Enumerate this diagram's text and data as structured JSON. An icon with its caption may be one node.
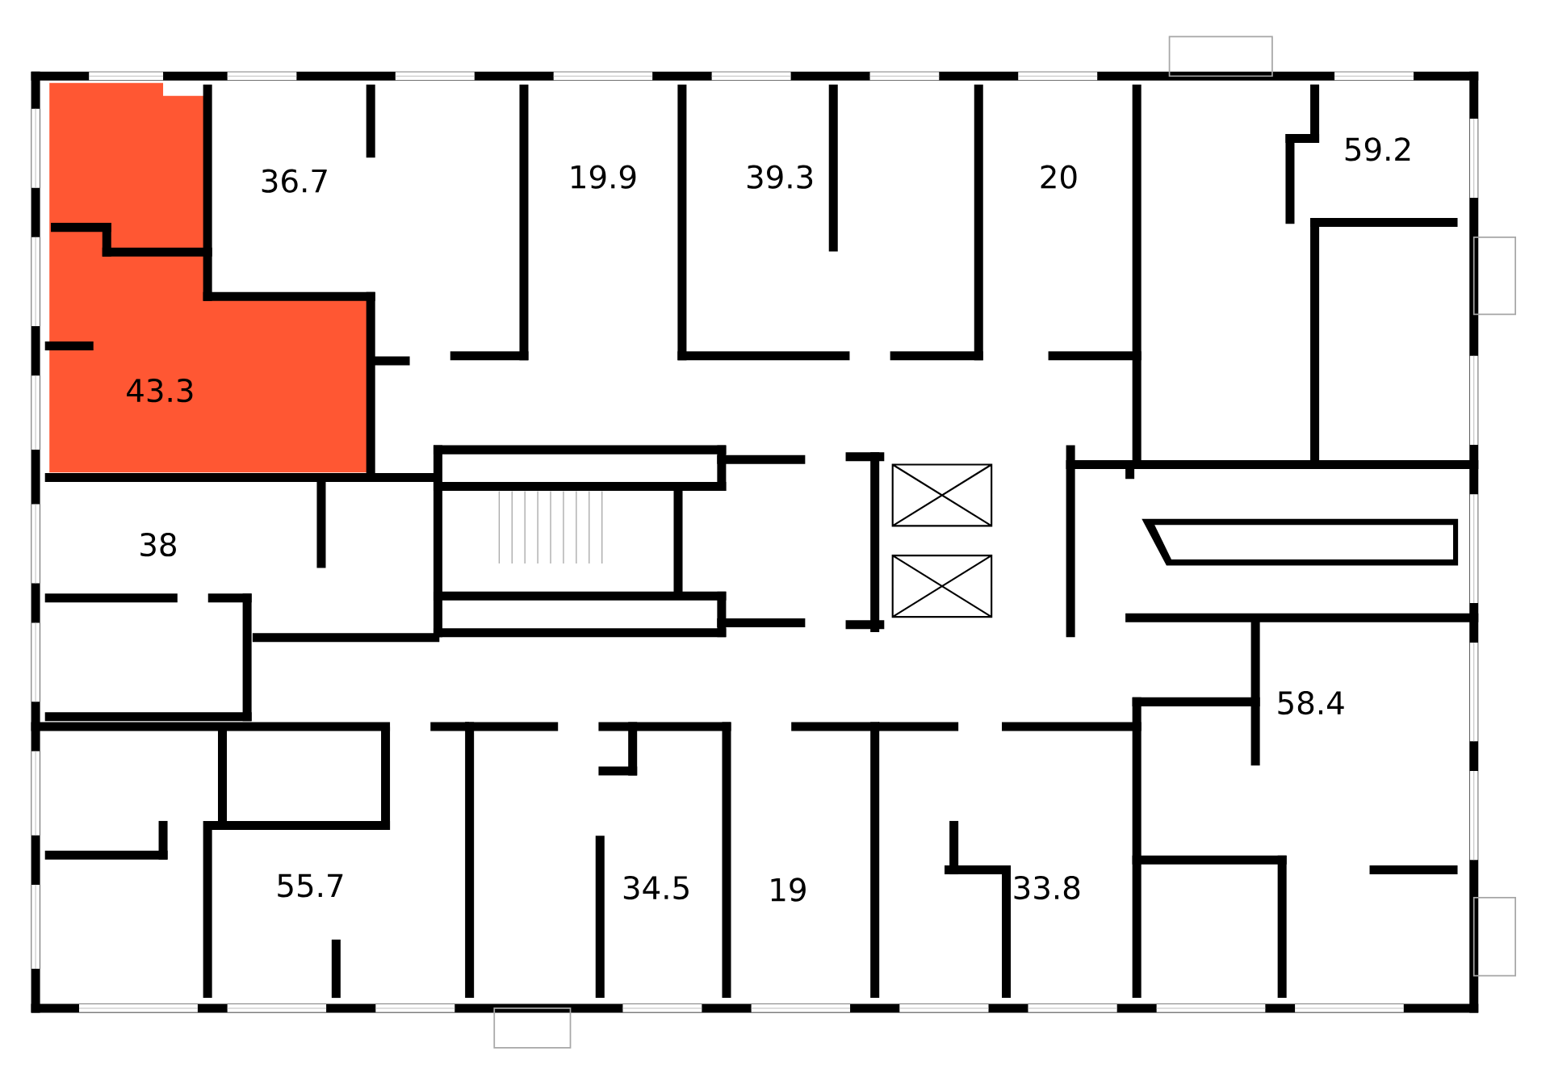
{
  "diagram": {
    "nodes": [
      {
        "text": [
          "43.3"
        ]
      }
    ],
    "labels": [
      "36.7",
      "19.9",
      "39.3",
      "20",
      "59.2",
      "38",
      "58.4",
      "55.7",
      "34.5",
      "19",
      "33.8"
    ]
  }
}
